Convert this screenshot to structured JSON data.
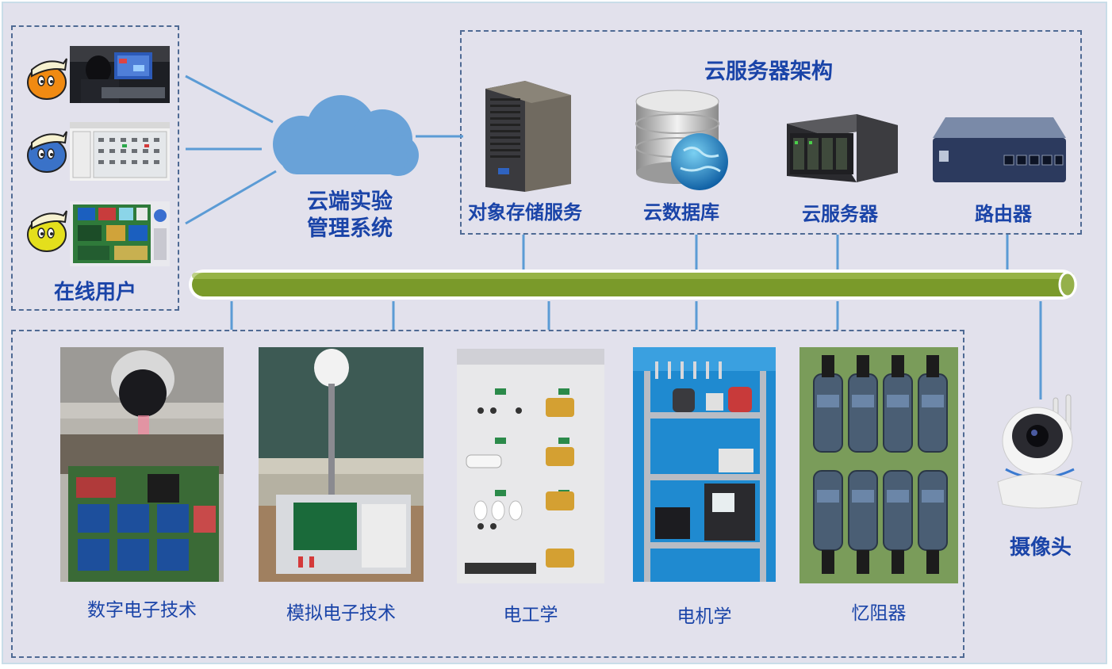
{
  "users": {
    "title": "在线用户"
  },
  "cloud": {
    "line1": "云端实验",
    "line2": "管理系统"
  },
  "server_arch": {
    "title": "云服务器架构",
    "items": [
      {
        "label": "对象存储服务"
      },
      {
        "label": "云数据库"
      },
      {
        "label": "云服务器"
      },
      {
        "label": "路由器"
      }
    ]
  },
  "labs": [
    {
      "label": "数字电子技术"
    },
    {
      "label": "模拟电子技术"
    },
    {
      "label": "电工学"
    },
    {
      "label": "电机学"
    },
    {
      "label": "忆阻器"
    }
  ],
  "camera": {
    "label": "摄像头"
  },
  "colors": {
    "frame_bg": "#e2e1ec",
    "label_blue": "#1a44a8",
    "connector_blue": "#5b9bd5",
    "bus_green": "#7a9a2a",
    "cloud_blue": "#69a2d8"
  }
}
